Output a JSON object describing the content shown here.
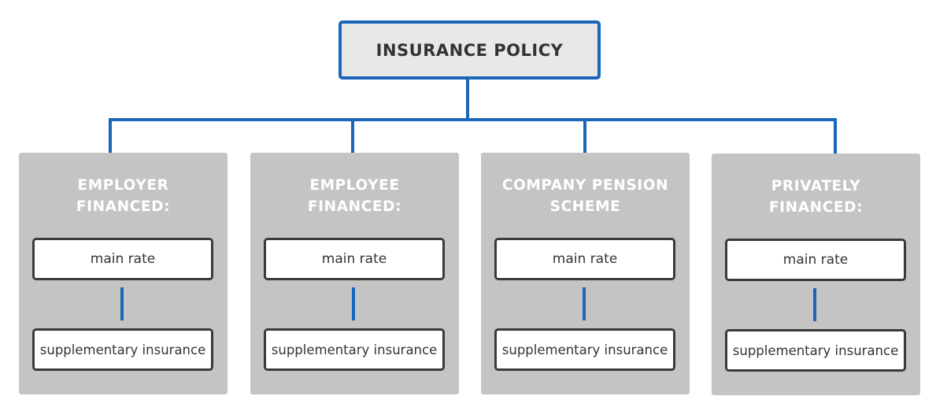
{
  "root": {
    "label": "INSURANCE POLICY"
  },
  "categories": [
    {
      "title": "EMPLOYER\nFINANCED:",
      "main": "main rate",
      "supplementary": "supplementary insurance"
    },
    {
      "title": "EMPLOYEE\nFINANCED:",
      "main": "main rate",
      "supplementary": "supplementary insurance"
    },
    {
      "title": "COMPANY PENSION\nSCHEME",
      "main": "main rate",
      "supplementary": "supplementary insurance"
    },
    {
      "title": "PRIVATELY\nFINANCED:",
      "main": "main rate",
      "supplementary": "supplementary insurance"
    }
  ],
  "colors": {
    "connector": "#1a66b8",
    "panel": "#c4c4c4",
    "root_fill": "#e8e8e8"
  }
}
